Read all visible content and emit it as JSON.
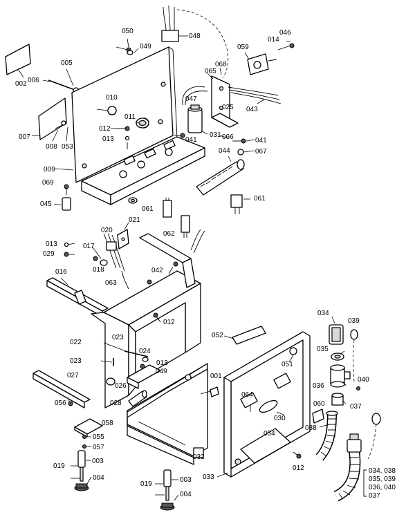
{
  "labels": [
    {
      "id": "l050",
      "text": "050"
    },
    {
      "id": "l049a",
      "text": "049"
    },
    {
      "id": "l048",
      "text": "048"
    },
    {
      "id": "l046",
      "text": "046"
    },
    {
      "id": "l014",
      "text": "014"
    },
    {
      "id": "l059",
      "text": "059"
    },
    {
      "id": "l002",
      "text": "002"
    },
    {
      "id": "l005",
      "text": "005"
    },
    {
      "id": "l006",
      "text": "006"
    },
    {
      "id": "l068",
      "text": "068"
    },
    {
      "id": "l065",
      "text": "065"
    },
    {
      "id": "l010",
      "text": "010"
    },
    {
      "id": "l047",
      "text": "047"
    },
    {
      "id": "l025",
      "text": "025"
    },
    {
      "id": "l043",
      "text": "043"
    },
    {
      "id": "l011",
      "text": "011"
    },
    {
      "id": "l012a",
      "text": "012"
    },
    {
      "id": "l031",
      "text": "031"
    },
    {
      "id": "l066",
      "text": "066"
    },
    {
      "id": "l041a",
      "text": "041"
    },
    {
      "id": "l041b",
      "text": "041"
    },
    {
      "id": "l013a",
      "text": "013"
    },
    {
      "id": "l007",
      "text": "007"
    },
    {
      "id": "l008",
      "text": "008"
    },
    {
      "id": "l053",
      "text": "053"
    },
    {
      "id": "l067",
      "text": "067"
    },
    {
      "id": "l044",
      "text": "044"
    },
    {
      "id": "l009",
      "text": "009"
    },
    {
      "id": "l069",
      "text": "069"
    },
    {
      "id": "l045",
      "text": "045"
    },
    {
      "id": "l061a",
      "text": "061"
    },
    {
      "id": "l061b",
      "text": "061"
    },
    {
      "id": "l021",
      "text": "021"
    },
    {
      "id": "l062",
      "text": "062"
    },
    {
      "id": "l020",
      "text": "020"
    },
    {
      "id": "l013b",
      "text": "013"
    },
    {
      "id": "l029",
      "text": "029"
    },
    {
      "id": "l017",
      "text": "017"
    },
    {
      "id": "l018",
      "text": "018"
    },
    {
      "id": "l042",
      "text": "042"
    },
    {
      "id": "l016",
      "text": "016"
    },
    {
      "id": "l063",
      "text": "063"
    },
    {
      "id": "l012b",
      "text": "012"
    },
    {
      "id": "l034",
      "text": "034"
    },
    {
      "id": "l039",
      "text": "039"
    },
    {
      "id": "l052",
      "text": "052"
    },
    {
      "id": "l023a",
      "text": "023"
    },
    {
      "id": "l022",
      "text": "022"
    },
    {
      "id": "l024",
      "text": "024"
    },
    {
      "id": "l013c",
      "text": "013"
    },
    {
      "id": "l023b",
      "text": "023"
    },
    {
      "id": "l049b",
      "text": "049"
    },
    {
      "id": "l035",
      "text": "035"
    },
    {
      "id": "l051",
      "text": "051"
    },
    {
      "id": "l027",
      "text": "027"
    },
    {
      "id": "l026",
      "text": "026"
    },
    {
      "id": "l001",
      "text": "001"
    },
    {
      "id": "l040",
      "text": "040"
    },
    {
      "id": "l036",
      "text": "036"
    },
    {
      "id": "l064",
      "text": "064"
    },
    {
      "id": "l028",
      "text": "028"
    },
    {
      "id": "l056",
      "text": "056"
    },
    {
      "id": "l060",
      "text": "060"
    },
    {
      "id": "l037",
      "text": "037"
    },
    {
      "id": "l030",
      "text": "030"
    },
    {
      "id": "l058",
      "text": "058"
    },
    {
      "id": "l038",
      "text": "038"
    },
    {
      "id": "l054",
      "text": "054"
    },
    {
      "id": "l055",
      "text": "055"
    },
    {
      "id": "l057",
      "text": "057"
    },
    {
      "id": "l003a",
      "text": "003"
    },
    {
      "id": "l019a",
      "text": "019"
    },
    {
      "id": "l032",
      "text": "032"
    },
    {
      "id": "l012c",
      "text": "012"
    },
    {
      "id": "l033",
      "text": "033"
    },
    {
      "id": "l004a",
      "text": "004"
    },
    {
      "id": "l019b",
      "text": "019"
    },
    {
      "id": "l003b",
      "text": "003"
    },
    {
      "id": "l004b",
      "text": "004"
    }
  ],
  "kit_labels": [
    "034, 038",
    "035, 039",
    "036, 040",
    "037"
  ]
}
